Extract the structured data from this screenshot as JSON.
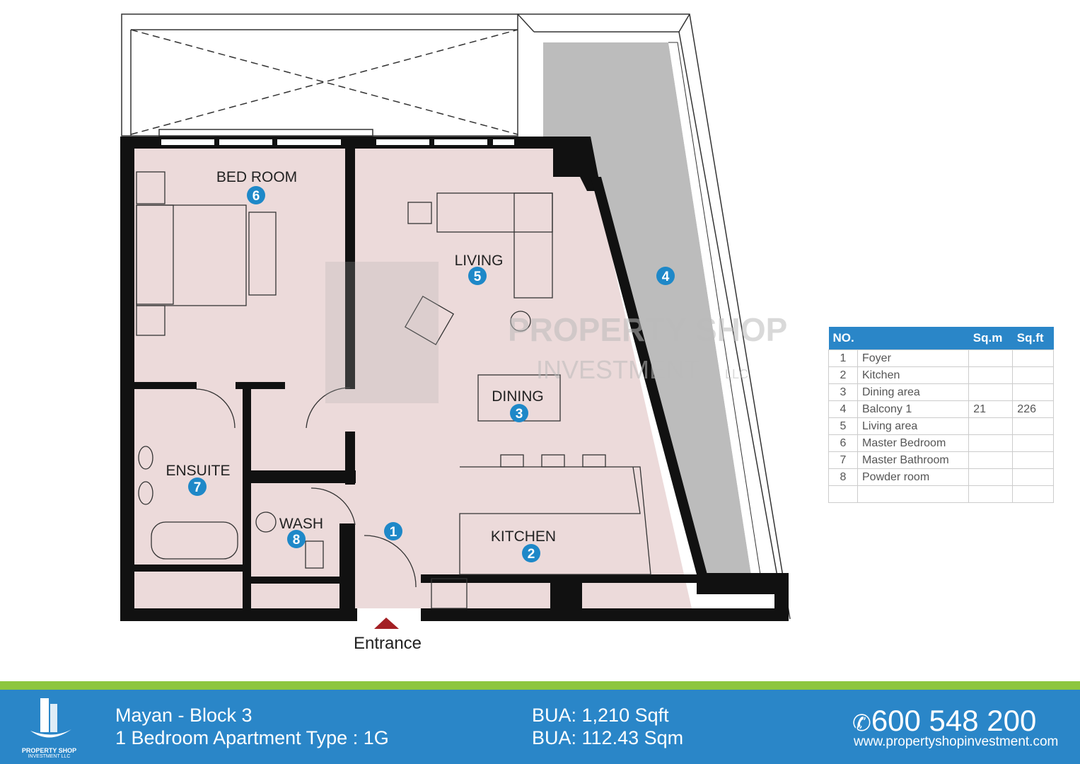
{
  "plan": {
    "rooms": {
      "bedroom": "BED ROOM",
      "living": "LIVING",
      "dining": "DINING",
      "ensuite": "ENSUITE",
      "wash": "WASH",
      "kitchen": "KITCHEN"
    },
    "markers": [
      "1",
      "2",
      "3",
      "4",
      "5",
      "6",
      "7",
      "8"
    ],
    "entrance": "Entrance",
    "watermark": {
      "line1": "PROPERTY SHOP",
      "line2": "INVESTMENT",
      "suffix": "LLC"
    }
  },
  "table": {
    "headers": {
      "no": "NO.",
      "sqm": "Sq.m",
      "sqft": "Sq.ft"
    },
    "rows": [
      {
        "no": "1",
        "name": "Foyer",
        "sqm": "",
        "sqft": ""
      },
      {
        "no": "2",
        "name": "Kitchen",
        "sqm": "",
        "sqft": ""
      },
      {
        "no": "3",
        "name": "Dining area",
        "sqm": "",
        "sqft": ""
      },
      {
        "no": "4",
        "name": "Balcony 1",
        "sqm": "21",
        "sqft": "226"
      },
      {
        "no": "5",
        "name": "Living area",
        "sqm": "",
        "sqft": ""
      },
      {
        "no": "6",
        "name": "Master Bedroom",
        "sqm": "",
        "sqft": ""
      },
      {
        "no": "7",
        "name": "Master Bathroom",
        "sqm": "",
        "sqft": ""
      },
      {
        "no": "8",
        "name": "Powder room",
        "sqm": "",
        "sqft": ""
      }
    ]
  },
  "footer": {
    "logo_line1": "PROPERTY SHOP",
    "logo_line2": "INVESTMENT LLC",
    "project": "Mayan - Block 3",
    "unit_type": "1 Bedroom Apartment Type : 1G",
    "bua_sqft": "BUA: 1,210 Sqft",
    "bua_sqm": "BUA: 112.43 Sqm",
    "phone": "600 548 200",
    "website": "www.propertyshopinvestment.com"
  },
  "colors": {
    "brand_blue": "#2a86c8",
    "green": "#8dc63f",
    "room_fill": "#ecdada",
    "balcony": "#bcbcbc",
    "entrance_arrow": "#a31f24"
  }
}
